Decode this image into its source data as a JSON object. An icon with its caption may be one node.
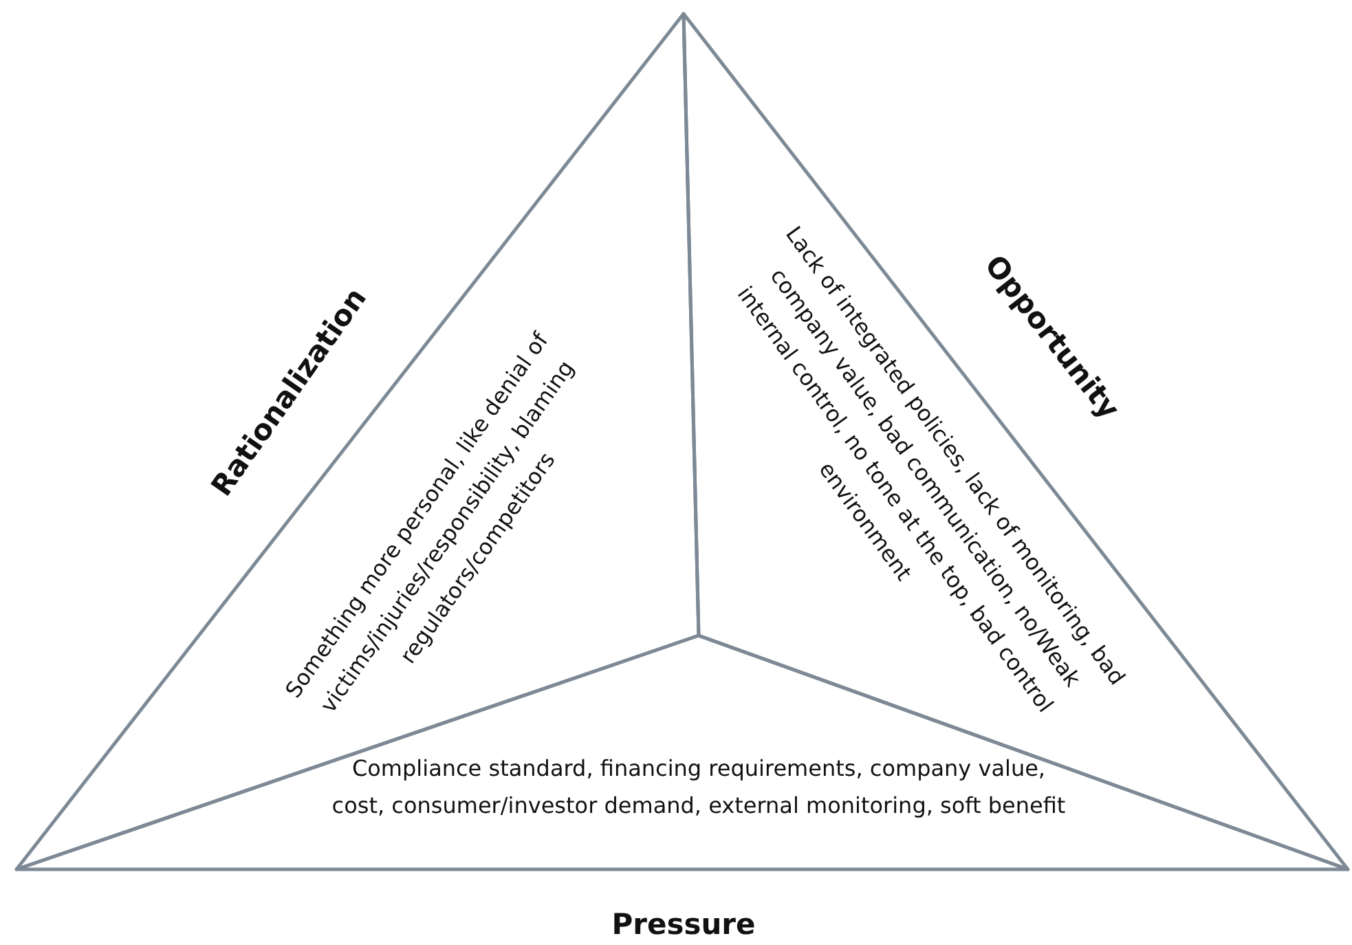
{
  "diagram": {
    "nodes": [
      {
        "text": [
          "Rationalization",
          "Something more personal, like denial of victims/injuries/responsibility, blaming regulators/competitors"
        ]
      },
      {
        "text": [
          "Opportunity",
          "Lack of integrated policies, lack of monitoring, bad company value, bad communication, no/Weak internal control, no tone at the top, bad control environment"
        ]
      },
      {
        "text": [
          "Compliance standard, financing requirements, company value, cost, consumer/investor demand, external monitoring, soft benefit",
          "Pressure"
        ]
      }
    ]
  }
}
